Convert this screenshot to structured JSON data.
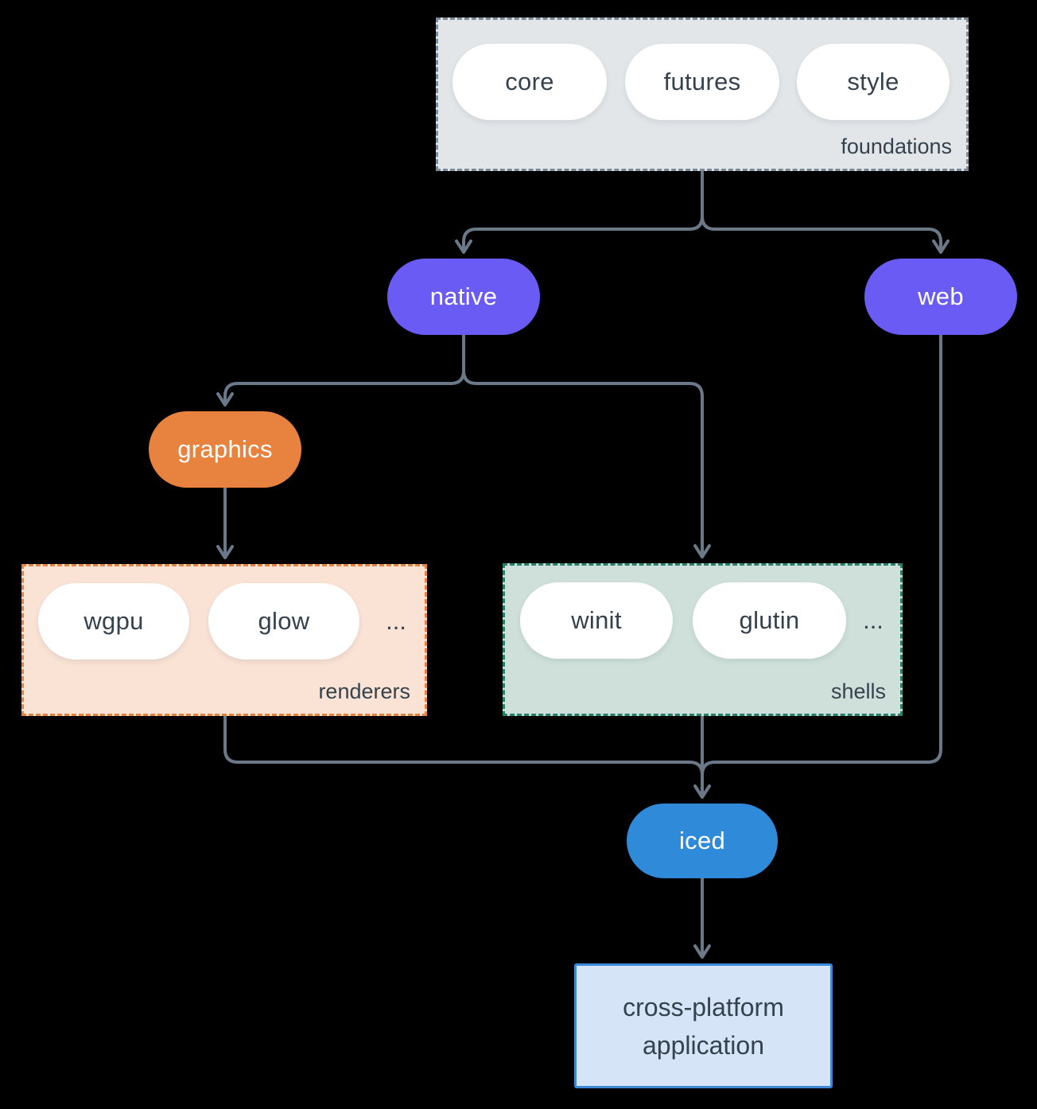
{
  "colors": {
    "background": "#000000",
    "connector": "#6a7888",
    "foundations_fill": "#e2e6e9",
    "foundations_border": "#7d8c9b",
    "renderers_fill": "#fae3d5",
    "renderers_border": "#e8823f",
    "shells_fill": "#cfe0da",
    "shells_border": "#27806a",
    "purple_node": "#6b5bf5",
    "orange_node": "#e8823f",
    "blue_node": "#2f8ad9",
    "app_fill": "#d5e5f7",
    "app_border": "#3b87d8",
    "dark_text": "#35424e",
    "light_text": "#ffffff"
  },
  "groups": {
    "foundations": {
      "label": "foundations",
      "pills": [
        "core",
        "futures",
        "style"
      ]
    },
    "renderers": {
      "label": "renderers",
      "pills": [
        "wgpu",
        "glow"
      ],
      "ellipsis": "..."
    },
    "shells": {
      "label": "shells",
      "pills": [
        "winit",
        "glutin"
      ],
      "ellipsis": "..."
    }
  },
  "nodes": {
    "native": "native",
    "web": "web",
    "graphics": "graphics",
    "iced": "iced",
    "application": {
      "line1": "cross-platform",
      "line2": "application"
    }
  }
}
